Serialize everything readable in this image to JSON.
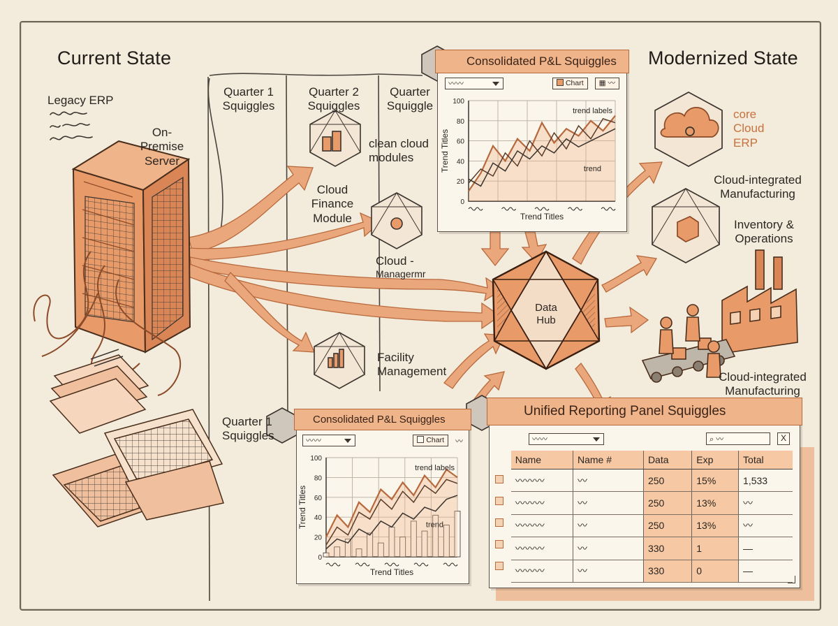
{
  "headings": {
    "current_state": "Current State",
    "modernized_state": "Modernized State"
  },
  "legacy": {
    "erp_label": "Legacy ERP",
    "server_label_1": "On-Premise",
    "server_label_2": "Server"
  },
  "columns": {
    "q1": [
      "Quarter 1",
      "Squiggles"
    ],
    "q2": [
      "Quarter 2",
      "Squiggles"
    ],
    "q3": [
      "Quarter",
      "Squiggle"
    ]
  },
  "modules": {
    "clean_cloud": [
      "clean cloud",
      "modules"
    ],
    "cloud_finance": [
      "Cloud",
      "Finance",
      "Module"
    ],
    "cloud_mgmt": [
      "Cloud -",
      "Managermr"
    ],
    "facility": [
      "Facility",
      "Management"
    ],
    "bottom_quarter": [
      "Quarter 1",
      "Squiggles"
    ]
  },
  "hub": {
    "label_1": "Data",
    "label_2": "Hub"
  },
  "modern": {
    "core_erp": [
      "core",
      "Cloud",
      "ERP"
    ],
    "manufacturing_top": [
      "Cloud-integrated",
      "Manufacturing"
    ],
    "inventory": [
      "Inventory &",
      "Operations"
    ],
    "manufacturing_bottom": [
      "Cloud-integrated",
      "Manufacturing"
    ]
  },
  "top_chart_panel": {
    "title": "Consolidated P&L Squiggles",
    "chart_button": "Chart",
    "ylabel": "Trend Titles",
    "xlabel": "Trend Titles",
    "annotation_1": "trend labels",
    "annotation_2": "trend",
    "yticks": [
      "100",
      "80",
      "60",
      "40",
      "20",
      "0"
    ]
  },
  "bottom_chart_panel": {
    "title": "Consolidated P&L Squiggles",
    "chart_button": "Chart",
    "ylabel": "Trend Titles",
    "xlabel": "Trend Titles",
    "annotation_1": "trend labels",
    "annotation_2": "trend",
    "yticks": [
      "100",
      "80",
      "60",
      "40",
      "20",
      "0"
    ]
  },
  "reporting_panel": {
    "title": "Unified Reporting Panel Squiggles",
    "close_label": "X",
    "columns": [
      "Name",
      "Name #",
      "Data",
      "Exp",
      "Total"
    ],
    "rows": [
      {
        "data": "250",
        "exp": "15%",
        "total": "1,533"
      },
      {
        "data": "250",
        "exp": "13%",
        "total": ""
      },
      {
        "data": "250",
        "exp": "13%",
        "total": ""
      },
      {
        "data": "330",
        "exp": "1",
        "total": ""
      },
      {
        "data": "330",
        "exp": "0",
        "total": ""
      }
    ]
  },
  "colors": {
    "accent": "#e8956a",
    "accent_dark": "#b8693c",
    "ink": "#2a2521",
    "paper": "#f3ecdc"
  },
  "chart_data": [
    {
      "type": "line",
      "title": "Consolidated P&L Squiggles",
      "xlabel": "Trend Titles",
      "ylabel": "Trend Titles",
      "ylim": [
        0,
        100
      ],
      "x": [
        0,
        1,
        2,
        3,
        4,
        5,
        6,
        7,
        8,
        9,
        10,
        11,
        12
      ],
      "series": [
        {
          "values": [
            10,
            28,
            55,
            40,
            62,
            50,
            78,
            58,
            72,
            65,
            80,
            70,
            85
          ]
        },
        {
          "values": [
            18,
            32,
            25,
            48,
            35,
            60,
            45,
            68,
            52,
            75,
            62,
            82,
            78
          ]
        },
        {
          "values": [
            22,
            15,
            38,
            30,
            50,
            42,
            55,
            48,
            62,
            54,
            60,
            66,
            72
          ]
        }
      ]
    },
    {
      "type": "line",
      "title": "Consolidated P&L Squiggles",
      "xlabel": "Trend Titles",
      "ylabel": "Trend Titles",
      "ylim": [
        0,
        100
      ],
      "x": [
        0,
        1,
        2,
        3,
        4,
        5,
        6,
        7,
        8,
        9,
        10,
        11,
        12
      ],
      "series": [
        {
          "values": [
            20,
            42,
            30,
            55,
            45,
            68,
            58,
            75,
            62,
            82,
            70,
            88,
            80
          ]
        },
        {
          "values": [
            12,
            30,
            22,
            45,
            38,
            58,
            48,
            66,
            55,
            72,
            64,
            78,
            74
          ]
        },
        {
          "values": [
            8,
            18,
            14,
            28,
            22,
            36,
            30,
            44,
            38,
            50,
            46,
            58,
            62
          ]
        }
      ],
      "bars": [
        4,
        10,
        18,
        8,
        24,
        14,
        30,
        20,
        36,
        26,
        42,
        32,
        46
      ]
    }
  ]
}
